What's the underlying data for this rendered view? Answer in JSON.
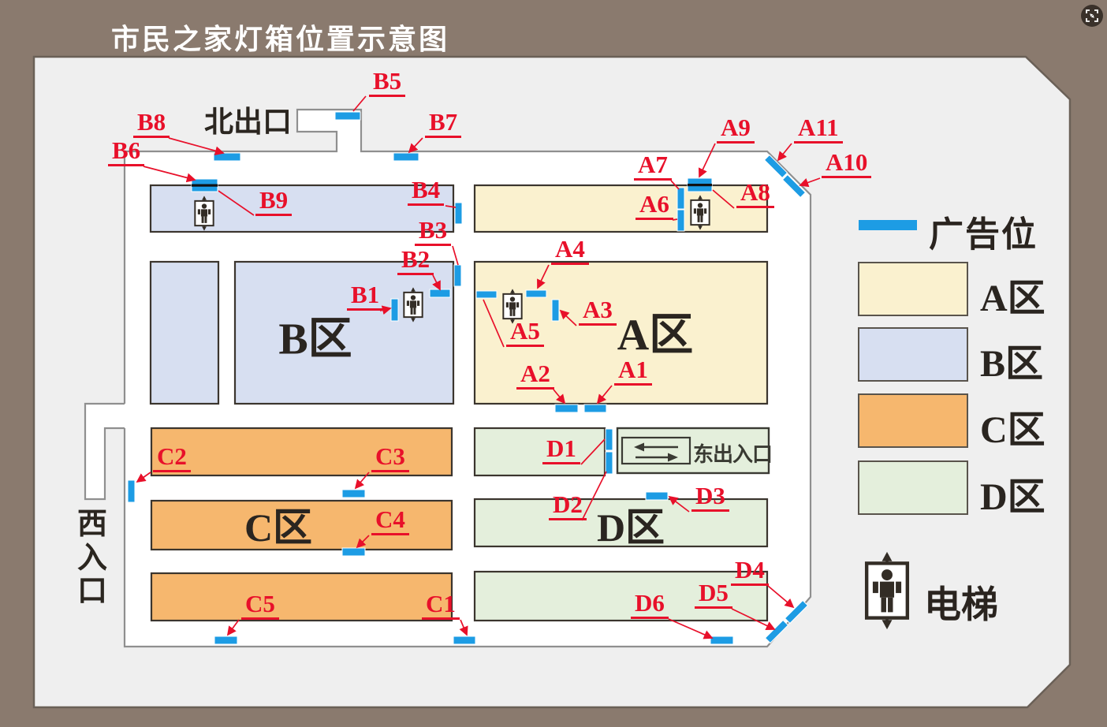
{
  "title": "市民之家灯箱位置示意图",
  "map": {
    "north_exit_label": "北出口",
    "west_entrance_label": "西入口",
    "east_entrance_label": "东出入口",
    "zone_labels": {
      "A": "A区",
      "B": "B区",
      "C": "C区",
      "D": "D区"
    },
    "lightbox_labels": {
      "A1": "A1",
      "A2": "A2",
      "A3": "A3",
      "A4": "A4",
      "A5": "A5",
      "A6": "A6",
      "A7": "A7",
      "A8": "A8",
      "A9": "A9",
      "A10": "A10",
      "A11": "A11",
      "B1": "B1",
      "B2": "B2",
      "B3": "B3",
      "B4": "B4",
      "B5": "B5",
      "B6": "B6",
      "B7": "B7",
      "B8": "B8",
      "B9": "B9",
      "C1": "C1",
      "C2": "C2",
      "C3": "C3",
      "C4": "C4",
      "C5": "C5",
      "D1": "D1",
      "D2": "D2",
      "D3": "D3",
      "D4": "D4",
      "D5": "D5",
      "D6": "D6"
    }
  },
  "legend": {
    "ad_slot_label": "广告位",
    "ad_slot_color": "#1D9CE4",
    "elevator_label": "电梯",
    "label_color": "#E8102A",
    "zones": [
      {
        "id": "A",
        "label": "A区",
        "color": "#FAF1CF"
      },
      {
        "id": "B",
        "label": "B区",
        "color": "#D7DFF1"
      },
      {
        "id": "C",
        "label": "C区",
        "color": "#F6B76E"
      },
      {
        "id": "D",
        "label": "D区",
        "color": "#E4EFDC"
      }
    ]
  }
}
